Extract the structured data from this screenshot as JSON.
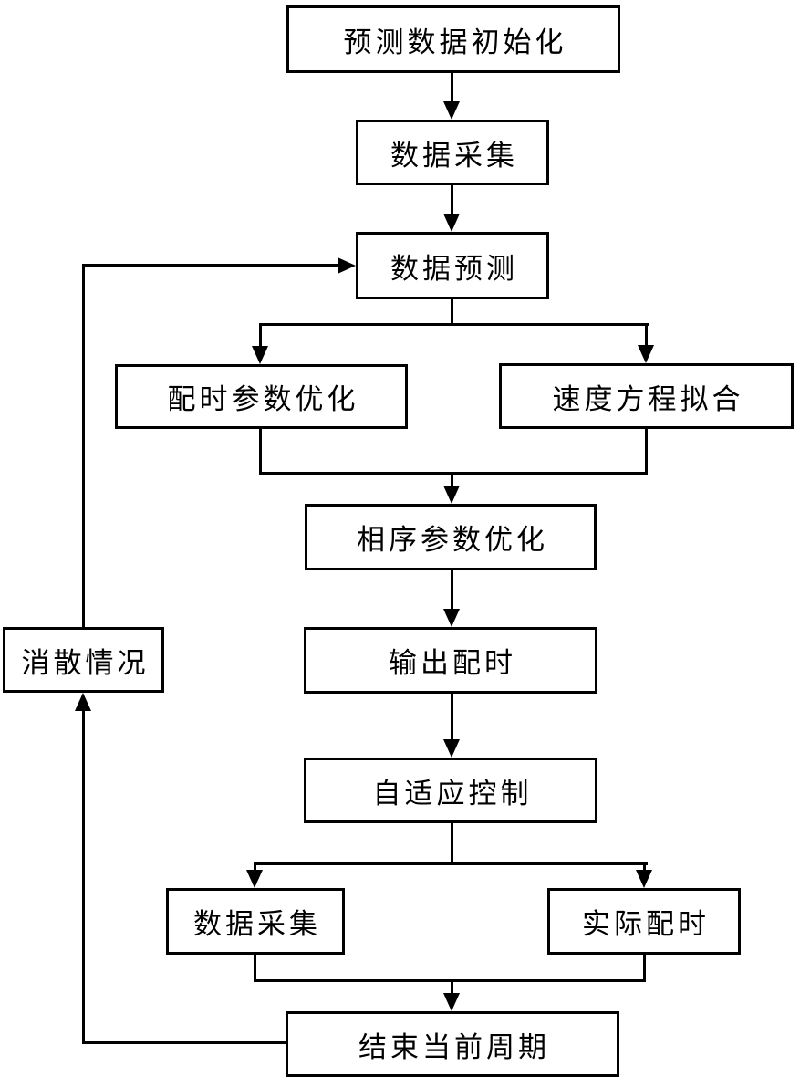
{
  "colors": {
    "line": "#000000",
    "box_border": "#000000",
    "box_fill": "#ffffff",
    "background": "#ffffff",
    "text": "#000000"
  },
  "nodes": {
    "init": "预测数据初始化",
    "collect1": "数据采集",
    "predict": "数据预测",
    "timing_opt": "配时参数优化",
    "speed_fit": "速度方程拟合",
    "phase_opt": "相序参数优化",
    "output_timing": "输出配时",
    "adaptive": "自适应控制",
    "collect2": "数据采集",
    "actual_timing": "实际配时",
    "end_cycle": "结束当前周期",
    "dissipation": "消散情况"
  },
  "edges": [
    {
      "from": "预测数据初始化",
      "to": "数据采集"
    },
    {
      "from": "数据采集",
      "to": "数据预测"
    },
    {
      "from": "数据预测",
      "to": "配时参数优化"
    },
    {
      "from": "数据预测",
      "to": "速度方程拟合"
    },
    {
      "from": "配时参数优化",
      "to": "相序参数优化"
    },
    {
      "from": "速度方程拟合",
      "to": "相序参数优化"
    },
    {
      "from": "相序参数优化",
      "to": "输出配时"
    },
    {
      "from": "输出配时",
      "to": "自适应控制"
    },
    {
      "from": "自适应控制",
      "to": "数据采集"
    },
    {
      "from": "自适应控制",
      "to": "实际配时"
    },
    {
      "from": "数据采集",
      "to": "结束当前周期"
    },
    {
      "from": "实际配时",
      "to": "结束当前周期"
    },
    {
      "from": "结束当前周期",
      "to": "消散情况"
    },
    {
      "from": "消散情况",
      "to": "数据预测"
    }
  ]
}
